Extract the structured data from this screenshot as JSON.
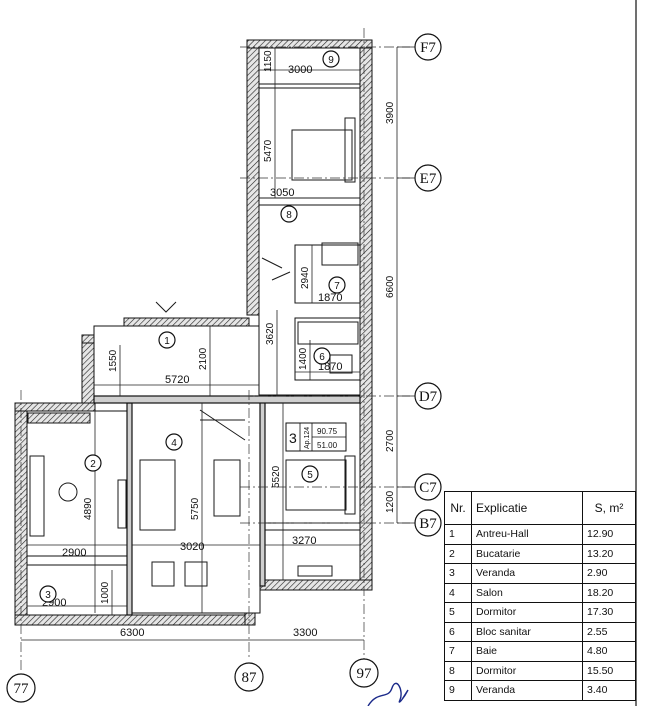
{
  "axes": {
    "rows": [
      "F7",
      "E7",
      "D7",
      "C7",
      "B7"
    ],
    "cols": [
      "77",
      "87",
      "97"
    ]
  },
  "dimensions": {
    "top_3000": "3000",
    "top_1150": "1150",
    "v_5470": "5470",
    "v_3900": "3900",
    "d_3050": "3050",
    "v_6600": "6600",
    "v_2940": "2940",
    "d_1870a": "1870",
    "v_3620": "3620",
    "v_1400": "1400",
    "d_1870b": "1870",
    "v_2100": "2100",
    "v_1550": "1550",
    "d_5720": "5720",
    "v_2700": "2700",
    "v_5520": "5520",
    "v_5750": "5750",
    "v_4890": "4890",
    "v_1200": "1200",
    "d_2900a": "2900",
    "d_3020": "3020",
    "d_3270": "3270",
    "d_2900b": "2900",
    "v_1000": "1000",
    "d_6300": "6300",
    "d_3300": "3300"
  },
  "room_markers": [
    "1",
    "2",
    "3",
    "4",
    "5",
    "6",
    "7",
    "8",
    "9"
  ],
  "apartment_stamp": {
    "number": "3",
    "kind": "Ap.124",
    "area_total": "90.75",
    "area_living": "51.00"
  },
  "legend": {
    "headers": {
      "nr": "Nr.",
      "name": "Explicatie",
      "area": "S, m²"
    },
    "rows": [
      {
        "nr": "1",
        "name": "Antreu-Hall",
        "area": "12.90"
      },
      {
        "nr": "2",
        "name": "Bucatarie",
        "area": "13.20"
      },
      {
        "nr": "3",
        "name": "Veranda",
        "area": "2.90"
      },
      {
        "nr": "4",
        "name": "Salon",
        "area": "18.20"
      },
      {
        "nr": "5",
        "name": "Dormitor",
        "area": "17.30"
      },
      {
        "nr": "6",
        "name": "Bloc sanitar",
        "area": "2.55"
      },
      {
        "nr": "7",
        "name": "Baie",
        "area": "4.80"
      },
      {
        "nr": "8",
        "name": "Dormitor",
        "area": "15.50"
      },
      {
        "nr": "9",
        "name": "Veranda",
        "area": "3.40"
      }
    ]
  }
}
